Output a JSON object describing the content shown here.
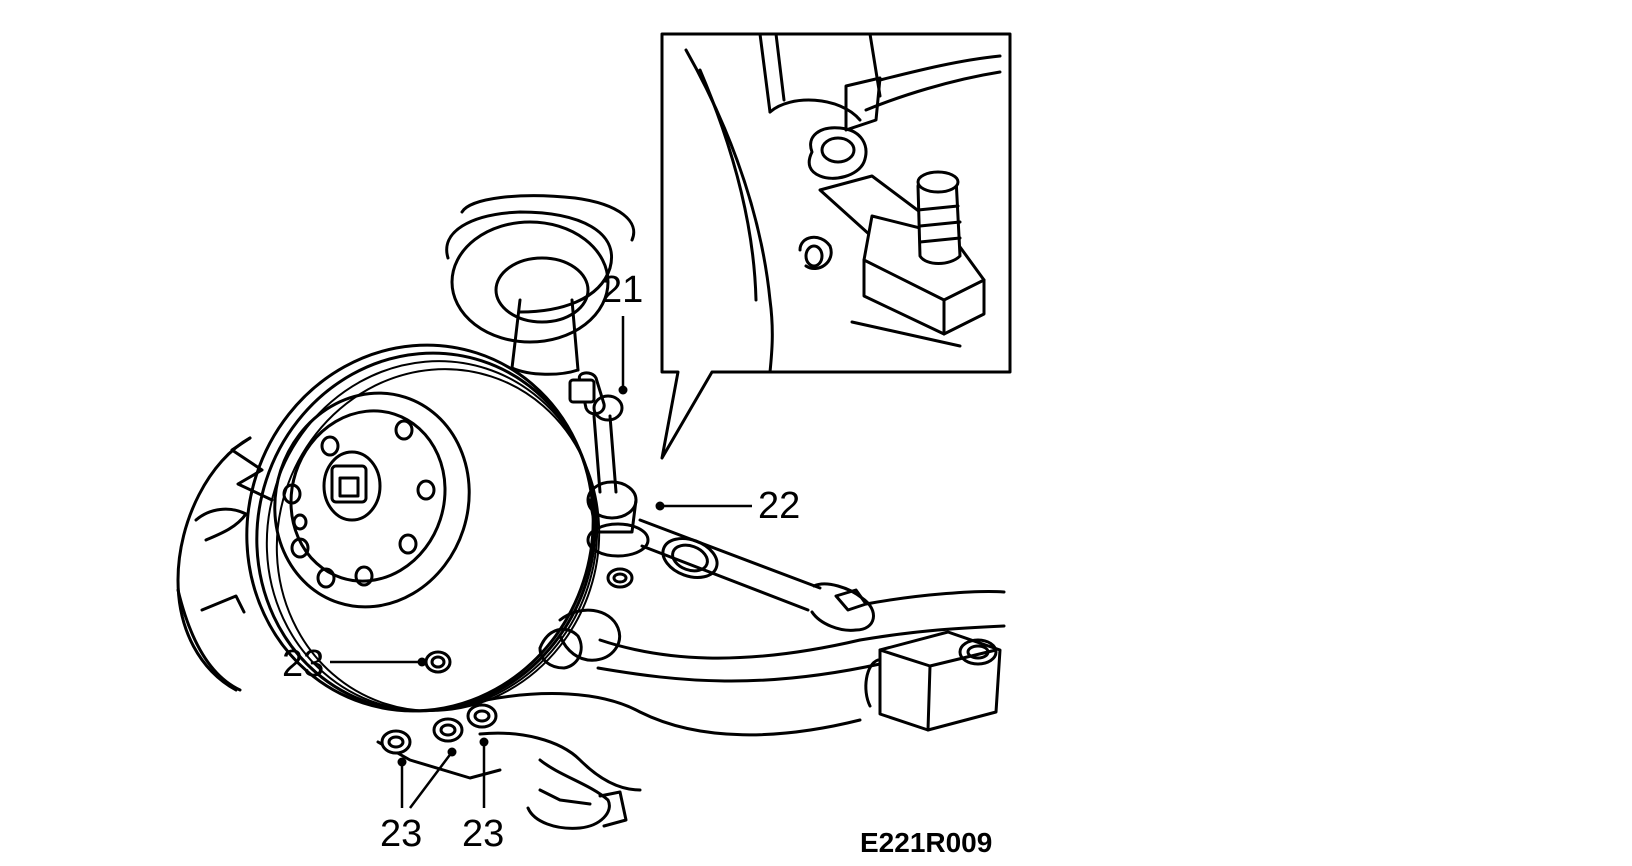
{
  "figure": {
    "code": "E221R009",
    "callouts": {
      "c21": "21",
      "c22": "22",
      "c23_upper": "23",
      "c23_lower_left": "23",
      "c23_lower_right": "23"
    }
  }
}
